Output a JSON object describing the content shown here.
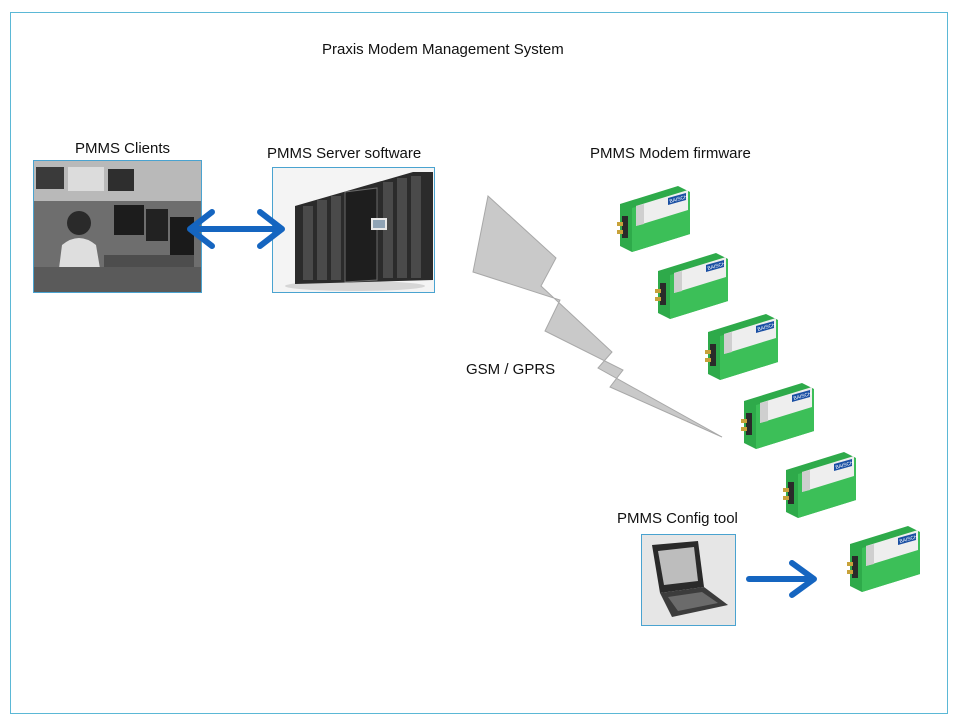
{
  "title": "Praxis Modem Management System",
  "labels": {
    "clients": "PMMS Clients",
    "server": "PMMS Server software",
    "firmware": "PMMS Modem firmware",
    "network": "GSM / GPRS",
    "config": "PMMS Config tool"
  },
  "modem": {
    "brand": "BAISCH"
  },
  "colors": {
    "arrow": "#1565c0",
    "frame": "#5bb8d6",
    "modem_green": "#2eaa4a",
    "bolt": "#c8c8c8"
  }
}
